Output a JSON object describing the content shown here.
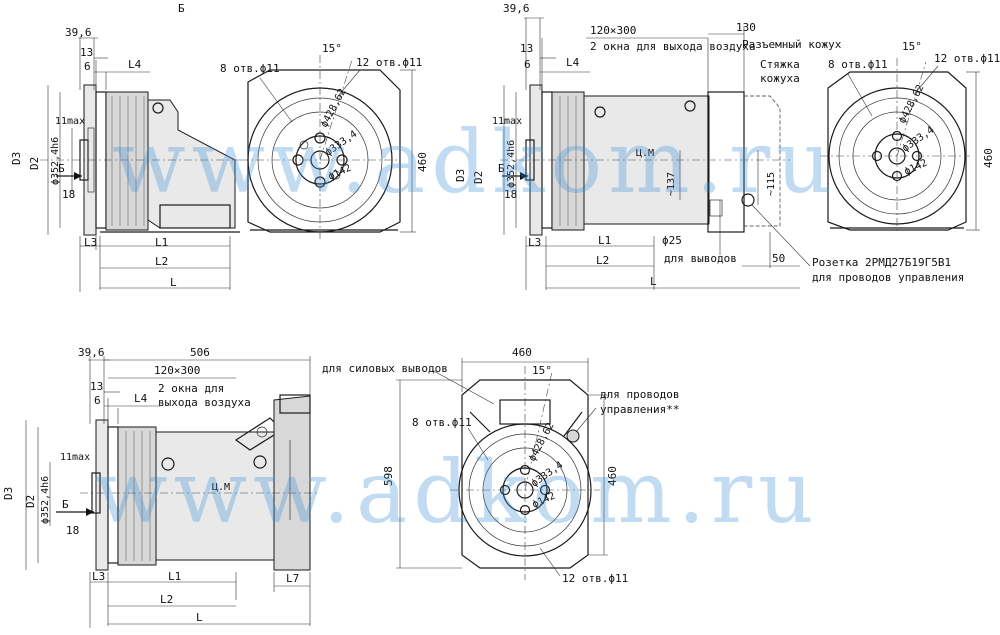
{
  "watermark": "www.adkom.ru",
  "view1": {
    "d_39_6": "39,6",
    "d_13": "13",
    "d_6": "6",
    "l4": "L4",
    "b_view": "Б",
    "d3": "D3",
    "d2": "D2",
    "phi_352": "ϕ352,4h6",
    "max11": "11max",
    "b_arrow": "Б",
    "d_18": "18",
    "l3": "L3",
    "l1": "L1",
    "l2": "L2",
    "l": "L"
  },
  "view1_end": {
    "holes8": "8 отв.ϕ11",
    "angle15": "15°",
    "holes12": "12 отв.ϕ11",
    "phi428": "ϕ428,62",
    "phi333": "ϕ333,4",
    "phi142": "ϕ142",
    "h460": "460"
  },
  "view2": {
    "d_39_6": "39,6",
    "d_13": "13",
    "d_6": "6",
    "l4": "L4",
    "win": "120×300",
    "win_note": "2 окна для выхода воздуха",
    "d_130": "130",
    "split_cover": "Разъемный кожух",
    "tie": "Стяжка",
    "tie2": "кожуха",
    "d3": "D3",
    "d2": "D2",
    "phi_352": "ϕ352,4h6",
    "max11": "11max",
    "b_arrow": "Б",
    "d_18": "18",
    "cm": "Ц.М",
    "h137": "~137",
    "h115": "~115",
    "l3": "L3",
    "l1": "L1",
    "phi25": "ϕ25",
    "l2": "L2",
    "leads": "для выводов",
    "d_50": "50",
    "socket": "Розетка 2РМД27Б19Г5В1",
    "socket_note": "для проводов управления",
    "l": "L"
  },
  "view2_end": {
    "holes8": "8 отв.ϕ11",
    "angle15": "15°",
    "holes12": "12 отв.ϕ11",
    "phi428": "ϕ428,62",
    "phi333": "ϕ333,4",
    "phi142": "ϕ142",
    "h460": "460"
  },
  "view3": {
    "d_39_6": "39,6",
    "d_506": "506",
    "win": "120×300",
    "d_13": "13",
    "win_note1": "2 окна для",
    "win_note2": "выхода воздуха",
    "d_6": "6",
    "l4": "L4",
    "d3": "D3",
    "d2": "D2",
    "phi_352": "ϕ352,4h6",
    "max11": "11max",
    "b_arrow": "Б",
    "d_18": "18",
    "cm": "Ц.М",
    "l3": "L3",
    "l1": "L1",
    "l7": "L7",
    "l2": "L2",
    "l": "L"
  },
  "view3_end": {
    "w460": "460",
    "power_leads": "для силовых выводов",
    "angle15": "15°",
    "ctrl1": "для проводов",
    "ctrl2": "управления**",
    "holes8": "8 отв.ϕ11",
    "phi428": "ϕ428,62",
    "phi333": "ϕ333,4",
    "phi142": "ϕ142",
    "h598": "598",
    "h460": "460",
    "holes12": "12 отв.ϕ11"
  }
}
